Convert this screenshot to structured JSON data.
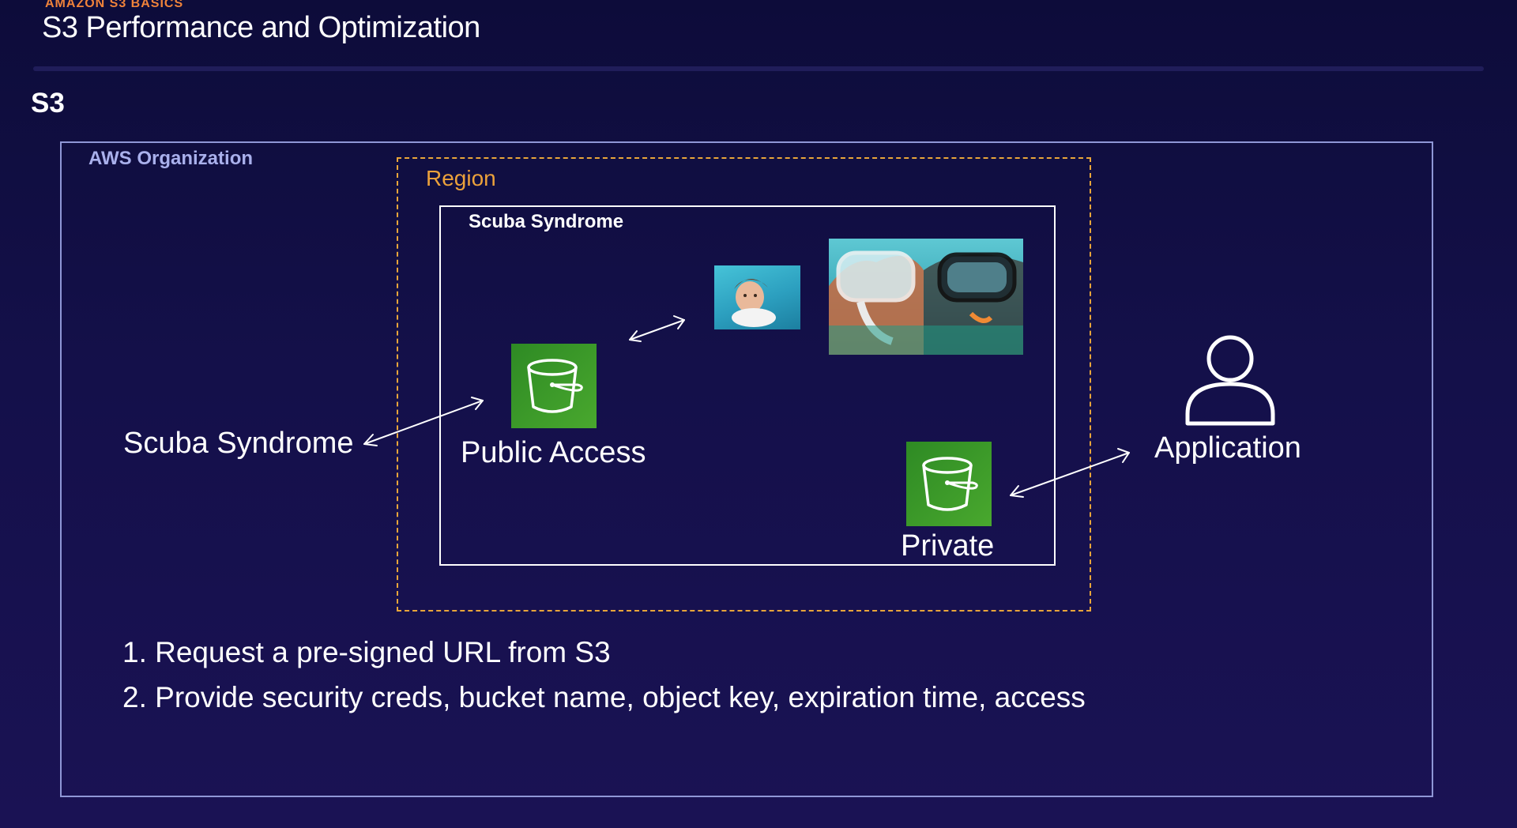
{
  "header": {
    "eyebrow": "AMAZON S3 BASICS",
    "title": "S3 Performance and Optimization"
  },
  "section": {
    "label": "S3"
  },
  "diagram": {
    "org_label": "AWS Organization",
    "region_label": "Region",
    "account_label": "Scuba Syndrome",
    "external_client_label": "Scuba Syndrome",
    "public_bucket_label": "Public Access",
    "private_bucket_label": "Private",
    "application_label": "Application",
    "icons": [
      "s3-bucket-icon",
      "s3-bucket-icon",
      "user-icon",
      "bidirectional-arrow"
    ],
    "colors": {
      "org_border": "#8f97d6",
      "region_border": "#e9a63a",
      "bucket_green": "#3f9c2a",
      "eyebrow_orange": "#f0833a"
    }
  },
  "steps": [
    "1. Request a pre-signed URL from S3",
    "2. Provide security creds, bucket name, object key, expiration time, access"
  ]
}
